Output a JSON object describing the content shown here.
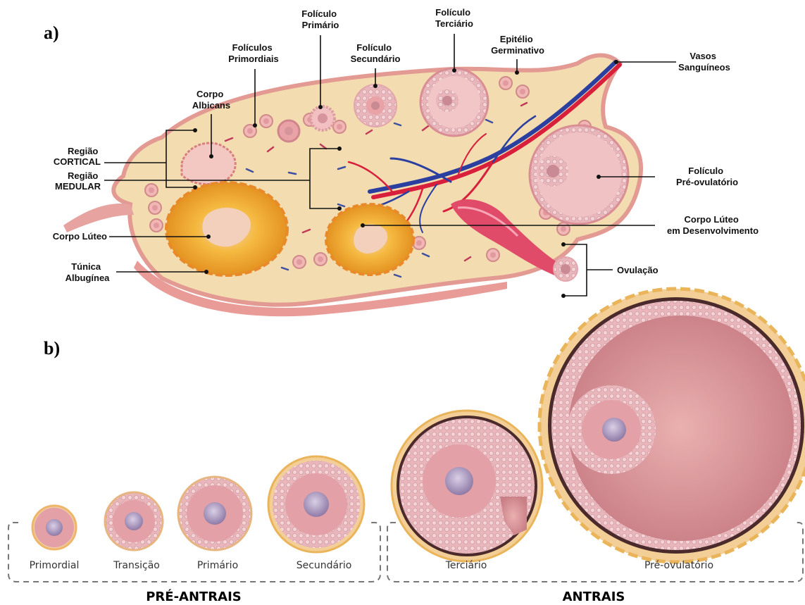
{
  "panel_a": {
    "letter": "a)",
    "labels": {
      "foliculos_primordiais": [
        "Folículos",
        "Primordiais"
      ],
      "foliculo_primario": [
        "Folículo",
        "Primário"
      ],
      "foliculo_secundario": [
        "Folículo",
        "Secundário"
      ],
      "foliculo_terciario": [
        "Folículo",
        "Terciário"
      ],
      "epitelio_germinativo": [
        "Epitélio",
        "Germinativo"
      ],
      "vasos_sanguineos": [
        "Vasos",
        "Sanguíneos"
      ],
      "corpo_albicans": [
        "Corpo",
        "Albicans"
      ],
      "regiao_cortical": [
        "Região",
        "CORTICAL"
      ],
      "regiao_medular": [
        "Região",
        "MEDULAR"
      ],
      "foliculo_pre_ovulatorio": [
        "Folículo",
        "Pré-ovulatório"
      ],
      "corpo_luteo": [
        "Corpo Lúteo"
      ],
      "corpo_luteo_desenvolvimento": [
        "Corpo Lúteo",
        "em Desenvolvimento"
      ],
      "tunica_albuginea": [
        "Túnica",
        "Albugínea"
      ],
      "ovulacao": [
        "Ovulação"
      ]
    }
  },
  "panel_b": {
    "letter": "b)",
    "stages": [
      "Primordial",
      "Transição",
      "Primário",
      "Secundário",
      "Terciário",
      "Pré-ovulatório"
    ],
    "groups": {
      "pre_antrais": "PRÉ-ANTRAIS",
      "antrais": "ANTRAIS"
    }
  },
  "colors": {
    "ovary_fill": "#f3ddb0",
    "ovary_edge": "#e08f8a",
    "follicle": "#e9a3a6",
    "oocyte": "#b9a7c6",
    "luteum": "#f1a628",
    "artery": "#d81f3c",
    "vein": "#2a3fa0"
  }
}
